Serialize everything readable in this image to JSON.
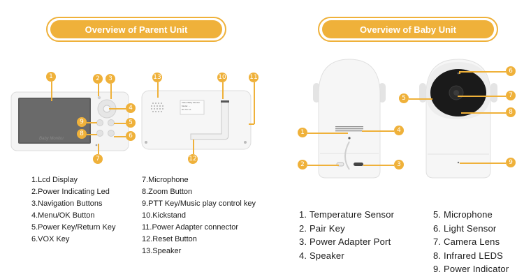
{
  "headers": {
    "parent": "Overview of Parent Unit",
    "baby": "Overview of Baby Unit"
  },
  "parent_device": {
    "brand_label": "Baby Monitor",
    "back_label_lines": [
      "Video Baby Monitor",
      "Model: ...",
      "DC 5V 1A"
    ],
    "callouts": [
      "1",
      "2",
      "3",
      "4",
      "5",
      "6",
      "7",
      "8",
      "9",
      "10",
      "11",
      "12",
      "13"
    ]
  },
  "baby_device": {
    "callouts_left": [
      "1",
      "2",
      "4",
      "3"
    ],
    "callouts_right": [
      "5",
      "6",
      "7",
      "8",
      "9"
    ]
  },
  "parent_list_left": [
    "1.Lcd Display",
    "2.Power Indicating Led",
    "3.Navigation Buttons",
    "4.Menu/OK Button",
    "5.Power Key/Return Key",
    "6.VOX Key"
  ],
  "parent_list_right": [
    "7.Microphone",
    "8.Zoom Button",
    "9.PTT Key/Music play control key",
    "10.Kickstand",
    "11.Power Adapter connector",
    "12.Reset Button",
    "13.Speaker"
  ],
  "baby_list_left": [
    "1. Temperature Sensor",
    "2. Pair Key",
    "3. Power Adapter Port",
    "4. Speaker"
  ],
  "baby_list_right": [
    "5. Microphone",
    "6. Light Sensor",
    "7. Camera Lens",
    "8. Infrared LEDS",
    "9. Power Indicator"
  ],
  "colors": {
    "accent": "#efb13a",
    "device_white": "#f3f3f3",
    "screen": "#5a5a5a"
  }
}
